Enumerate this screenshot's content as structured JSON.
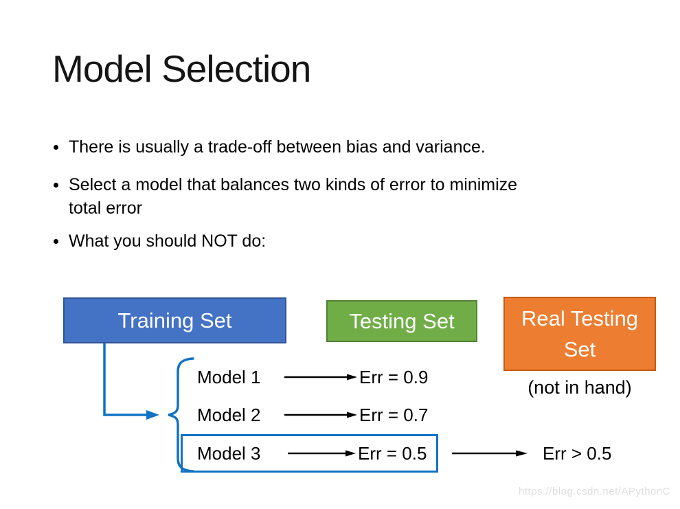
{
  "slide": {
    "title": "Model Selection",
    "bullets": [
      "There is usually a trade-off between bias and variance.",
      "Select a model that balances two kinds of error to minimize\ntotal error",
      "What you should NOT do:"
    ],
    "boxes": {
      "training": {
        "label": "Training Set",
        "fill": "#4472C4",
        "border": "#2F5597"
      },
      "testing": {
        "label": "Testing Set",
        "fill": "#70AD47",
        "border": "#538135"
      },
      "real_testing": {
        "label": "Real Testing Set",
        "fill": "#ED7D31",
        "border": "#C55A11",
        "note": "(not in hand)"
      }
    },
    "diagram": {
      "connector_color": "#1272C4",
      "models": [
        {
          "name": "Model 1",
          "err": "Err = 0.9",
          "highlighted": false
        },
        {
          "name": "Model 2",
          "err": "Err = 0.7",
          "highlighted": false
        },
        {
          "name": "Model 3",
          "err": "Err = 0.5",
          "highlighted": true
        }
      ],
      "real_test_err": "Err > 0.5"
    },
    "watermark": "https://blog.csdn.net/APythonC"
  }
}
